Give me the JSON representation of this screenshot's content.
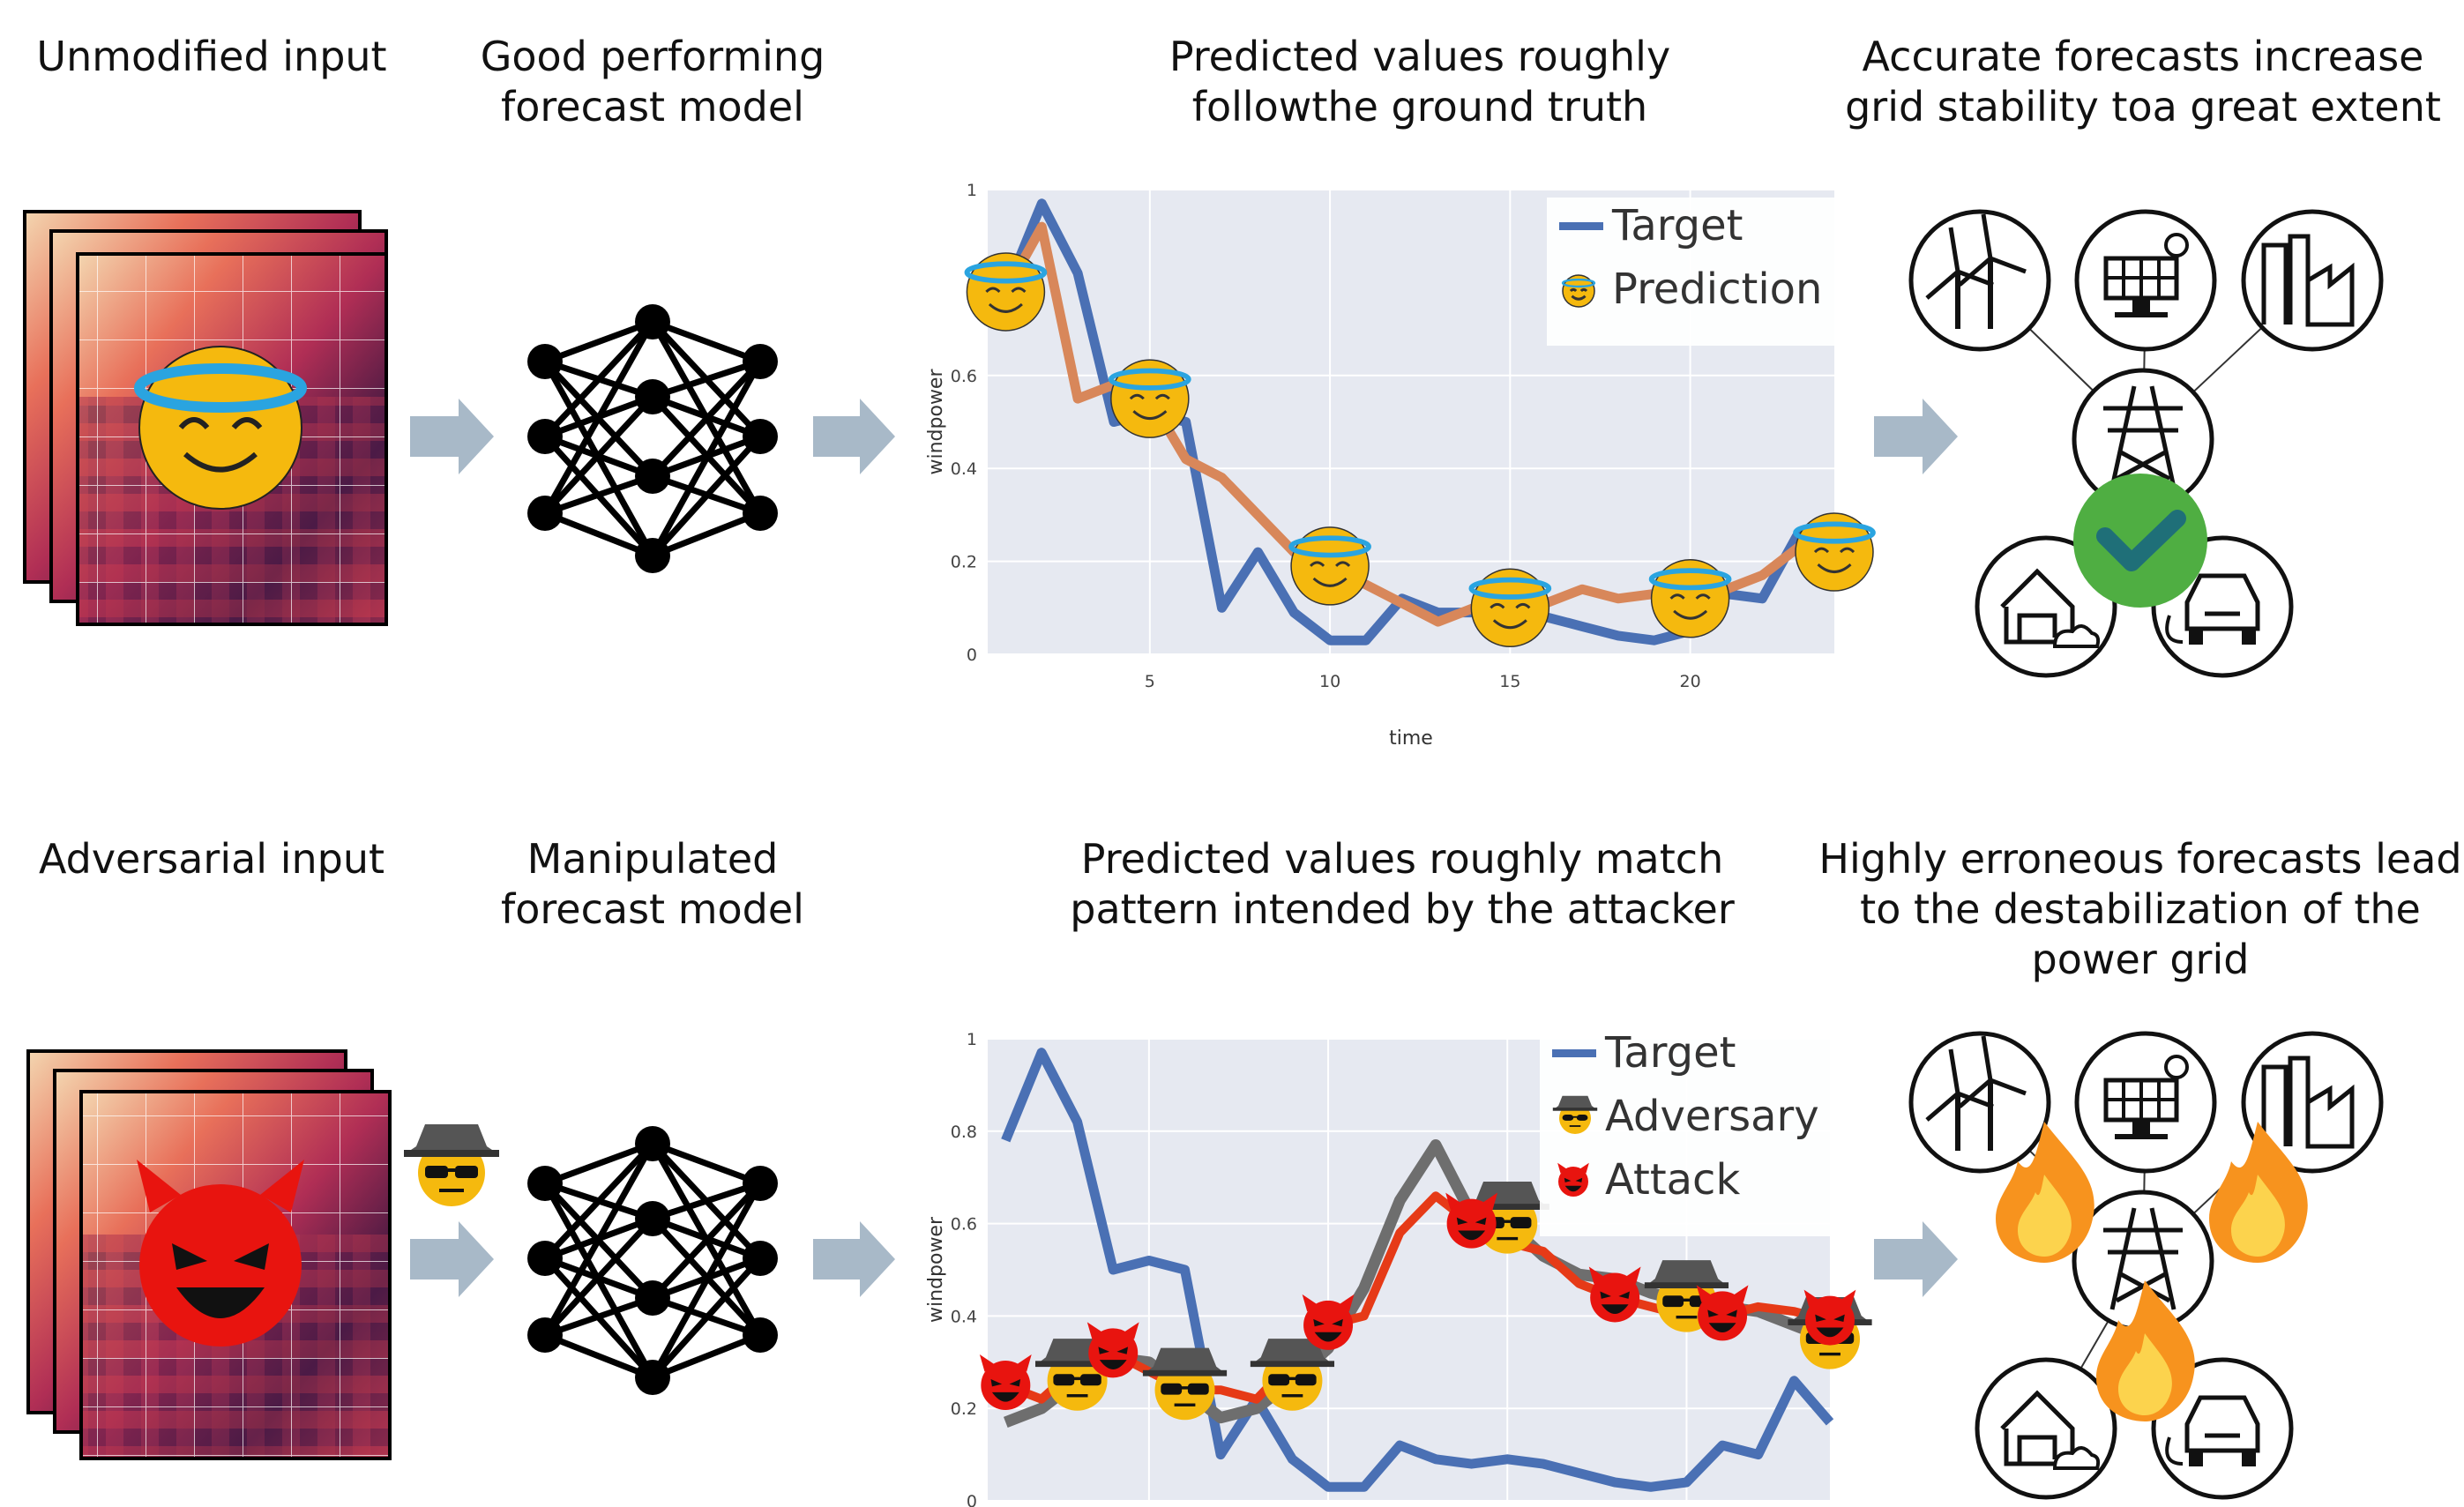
{
  "captions": {
    "row1": {
      "input": "Unmodified input",
      "model": "Good performing\nforecast model",
      "chart": "Predicted values roughly\nfollowthe ground truth",
      "grid": "Accurate forecasts increase\ngrid stability toa great extent"
    },
    "row2": {
      "input": "Adversarial input",
      "model": "Manipulated\nforecast model",
      "chart": "Predicted values roughly match\npattern intended by the attacker",
      "grid": "Highly erroneous forecasts lead\nto the destabilization of the\npower grid"
    }
  },
  "colors": {
    "target": "#4a70b4",
    "prediction": "#d8875a",
    "adversary": "#6e6e6e",
    "attack": "#e63a17",
    "plot_bg": "#e6e9f1",
    "arrow": "#a8b9c8",
    "check": "#4fae42",
    "smiley": "#f5b90e",
    "halo": "#2aa4e0",
    "devil": "#e8140f",
    "fire": "#f7931e"
  },
  "icons": {
    "input_top_overlay": "halo-smiley-icon",
    "input_bottom_overlay": "devil-icon",
    "model": "neural-network-icon",
    "adversary": "spy-icon",
    "grid_nodes": [
      "wind-turbine-icon",
      "solar-panel-icon",
      "factory-icon",
      "power-pylon-icon",
      "house-icon",
      "electric-car-icon"
    ],
    "grid_top_status": "checkmark-icon",
    "grid_bottom_status": "fire-icon"
  },
  "chart_data": [
    {
      "type": "line",
      "xlabel": "time",
      "ylabel": "windpower",
      "xlim": [
        0.5,
        24
      ],
      "ylim": [
        0,
        1
      ],
      "xticks": [
        5,
        10,
        15,
        20
      ],
      "yticks": [
        0,
        0.2,
        0.4,
        0.6,
        1
      ],
      "legend_position": "top-right",
      "grid": true,
      "x": [
        1,
        2,
        3,
        4,
        5,
        6,
        7,
        8,
        9,
        10,
        11,
        12,
        13,
        14,
        15,
        16,
        17,
        18,
        19,
        20,
        21,
        22,
        23,
        24
      ],
      "series": [
        {
          "name": "Target",
          "values": [
            0.78,
            0.97,
            0.82,
            0.5,
            0.52,
            0.5,
            0.1,
            0.22,
            0.09,
            0.03,
            0.03,
            0.12,
            0.09,
            0.09,
            0.08,
            0.08,
            0.06,
            0.04,
            0.03,
            0.05,
            0.13,
            0.12,
            0.26,
            0.17
          ]
        },
        {
          "name": "Prediction",
          "values": [
            0.78,
            0.92,
            0.55,
            0.58,
            0.55,
            0.42,
            0.38,
            0.3,
            0.22,
            0.19,
            0.15,
            0.11,
            0.07,
            0.1,
            0.1,
            0.11,
            0.14,
            0.12,
            0.13,
            0.12,
            0.14,
            0.17,
            0.23,
            0.22
          ]
        }
      ],
      "markers": {
        "series": "Prediction",
        "x": [
          1,
          5,
          10,
          15,
          20,
          24
        ],
        "icon": "halo-smiley-icon"
      }
    },
    {
      "type": "line",
      "xlabel": "",
      "ylabel": "windpower",
      "xlim": [
        0.5,
        24
      ],
      "ylim": [
        0,
        1
      ],
      "yticks": [
        0,
        0.2,
        0.4,
        0.6,
        0.8,
        1
      ],
      "legend_position": "top-right",
      "grid": true,
      "x": [
        1,
        2,
        3,
        4,
        5,
        6,
        7,
        8,
        9,
        10,
        11,
        12,
        13,
        14,
        15,
        16,
        17,
        18,
        19,
        20,
        21,
        22,
        23,
        24
      ],
      "series": [
        {
          "name": "Target",
          "values": [
            0.78,
            0.97,
            0.82,
            0.5,
            0.52,
            0.5,
            0.1,
            0.22,
            0.09,
            0.03,
            0.03,
            0.12,
            0.09,
            0.08,
            0.09,
            0.08,
            0.06,
            0.04,
            0.03,
            0.04,
            0.12,
            0.1,
            0.26,
            0.17
          ]
        },
        {
          "name": "Adversary",
          "values": [
            0.17,
            0.2,
            0.26,
            0.31,
            0.3,
            0.24,
            0.18,
            0.2,
            0.26,
            0.33,
            0.46,
            0.65,
            0.77,
            0.62,
            0.6,
            0.53,
            0.49,
            0.48,
            0.45,
            0.43,
            0.42,
            0.41,
            0.38,
            0.35
          ]
        },
        {
          "name": "Attack",
          "values": [
            0.25,
            0.22,
            0.29,
            0.32,
            0.28,
            0.24,
            0.24,
            0.22,
            0.3,
            0.38,
            0.4,
            0.58,
            0.66,
            0.6,
            0.56,
            0.54,
            0.47,
            0.44,
            0.42,
            0.4,
            0.4,
            0.42,
            0.41,
            0.39
          ]
        }
      ],
      "markers": [
        {
          "series": "Adversary",
          "x": [
            3,
            6,
            9,
            15,
            20,
            24
          ],
          "icon": "spy-icon"
        },
        {
          "series": "Attack",
          "x": [
            1,
            4,
            10,
            14,
            18,
            21,
            24
          ],
          "icon": "devil-icon"
        }
      ]
    }
  ]
}
